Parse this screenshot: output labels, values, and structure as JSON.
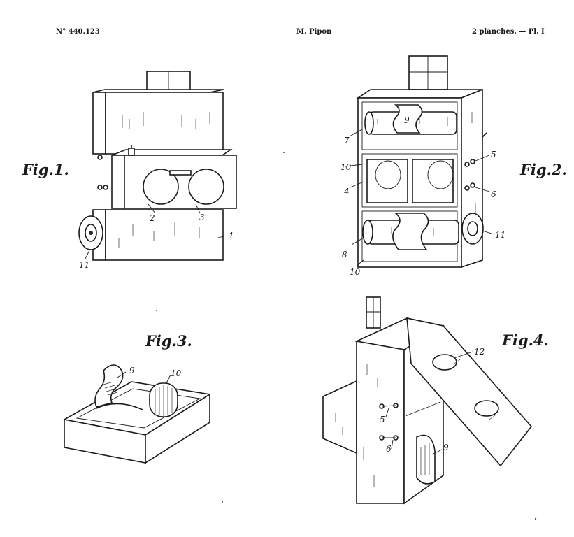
{
  "header": {
    "patent_number": "N° 440.123",
    "inventor": "M. Pipon",
    "sheet": "2 planches. — Pl. I"
  },
  "figures": {
    "fig1": {
      "label": "Fig.1.",
      "refs": [
        "1",
        "2",
        "3",
        "11"
      ]
    },
    "fig2": {
      "label": "Fig.2.",
      "refs": [
        "9",
        "7",
        "10",
        "4",
        "5",
        "6",
        "8",
        "10",
        "11"
      ]
    },
    "fig3": {
      "label": "Fig.3.",
      "refs": [
        "9",
        "10"
      ]
    },
    "fig4": {
      "label": "Fig.4.",
      "refs": [
        "12",
        "5",
        "6",
        "9"
      ]
    }
  }
}
